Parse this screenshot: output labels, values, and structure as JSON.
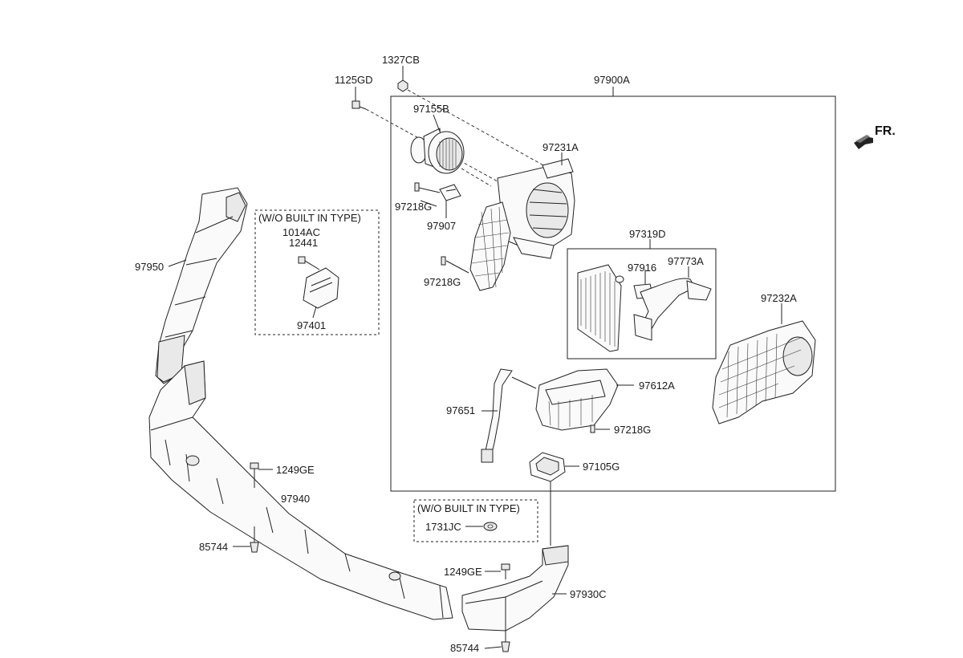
{
  "labels": {
    "p1327CB": "1327CB",
    "p1125GD": "1125GD",
    "p97900A": "97900A",
    "p97155B": "97155B",
    "p97231A": "97231A",
    "p97218G_a": "97218G",
    "p97907": "97907",
    "p97218G_b": "97218G",
    "p97319D": "97319D",
    "p97916": "97916",
    "p97773A": "97773A",
    "p97232A": "97232A",
    "p97612A": "97612A",
    "p97651": "97651",
    "p97218G_c": "97218G",
    "p97105G": "97105G",
    "p97950": "97950",
    "wo_type_1": "(W/O BUILT IN TYPE)",
    "p1014AC": "1014AC",
    "p12441": "12441",
    "p97401": "97401",
    "p1249GE_a": "1249GE",
    "p97940": "97940",
    "p85744_a": "85744",
    "wo_type_2": "(W/O BUILT IN TYPE)",
    "p1731JC": "1731JC",
    "p1249GE_b": "1249GE",
    "p97930C": "97930C",
    "p85744_b": "85744",
    "fr": "FR."
  },
  "colors": {
    "line": "#222222",
    "background": "#ffffff"
  }
}
